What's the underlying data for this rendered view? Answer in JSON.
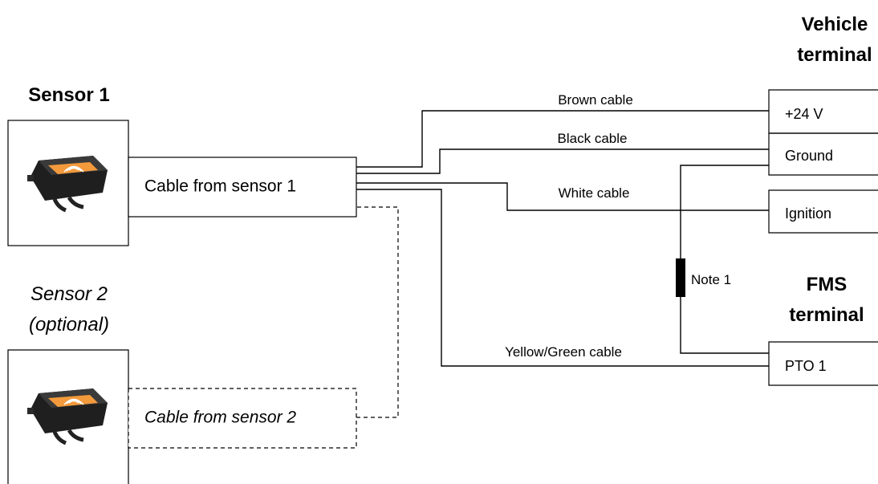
{
  "vehicle_terminal": {
    "title_line1": "Vehicle",
    "title_line2": "terminal",
    "terminals": [
      "+24 V",
      "Ground",
      "Ignition"
    ]
  },
  "fms_terminal": {
    "title_line1": "FMS",
    "title_line2": "terminal",
    "terminals": [
      "PTO 1"
    ]
  },
  "sensor1": {
    "title": "Sensor 1",
    "cable_label": "Cable from sensor 1"
  },
  "sensor2": {
    "title_line1": "Sensor 2",
    "title_line2": "(optional)",
    "cable_label": "Cable from sensor 2"
  },
  "cables": {
    "brown": "Brown cable",
    "black": "Black cable",
    "white": "White cable",
    "yellow_green": "Yellow/Green cable"
  },
  "note": "Note 1",
  "colors": {
    "line": "#000000",
    "sensor_body": "#1a1a1a",
    "sensor_label": "#f0a040",
    "background": "#ffffff"
  },
  "icons": {
    "sensor": "sensor-device-icon"
  }
}
